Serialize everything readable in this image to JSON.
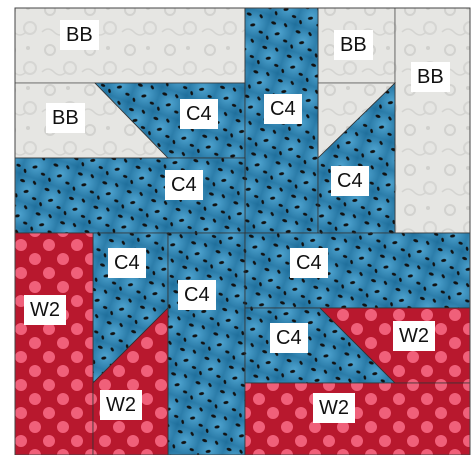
{
  "fabrics": {
    "BB": {
      "base": "#e6e6e3",
      "motif": "#d2d2cf"
    },
    "C4": {
      "base": "#2f84b4",
      "light": "#4ea3cf",
      "dot": "#111111"
    },
    "W2": {
      "base": "#b8182e",
      "dot": "#f0607a"
    }
  },
  "labels": {
    "bb_top_left": "BB",
    "bb_top_right": "BB",
    "bb_right": "BB",
    "bb_left": "BB",
    "c4_center_top": "C4",
    "c4_diag_top": "C4",
    "c4_left_band": "C4",
    "c4_right_diag": "C4",
    "c4_left_mid": "C4",
    "c4_center": "C4",
    "c4_right_band": "C4",
    "c4_lower_right": "C4",
    "w2_left": "W2",
    "w2_bottom_left": "W2",
    "w2_right_tri": "W2",
    "w2_bottom_right": "W2"
  }
}
